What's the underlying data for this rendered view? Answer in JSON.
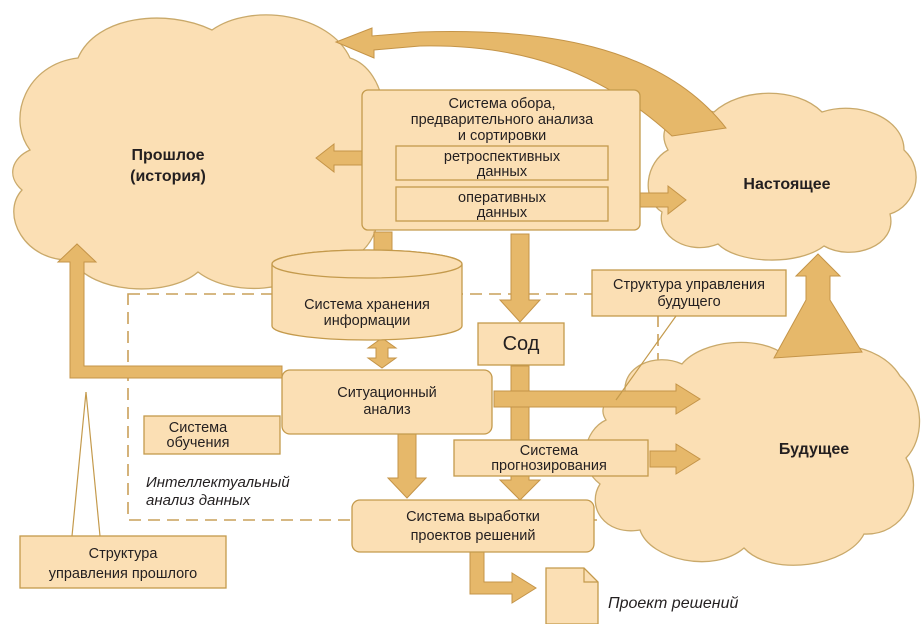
{
  "colors": {
    "cloud_fill": "#fbdfb4",
    "box_fill": "#fbdfb4",
    "arrow_fill": "#e6b86a",
    "outline": "#c49a4c",
    "text": "#231f20"
  },
  "clouds": {
    "past_line1": "Прошлое",
    "past_line2": "(история)",
    "present": "Настоящее",
    "future": "Будущее"
  },
  "boxes": {
    "collection_line1": "Система обора,",
    "collection_line2": "предварительного анализа",
    "collection_line3": "и сортировки",
    "retro_line1": "ретроспективных",
    "retro_line2": "данных",
    "oper_line1": "оперативных",
    "oper_line2": "данных",
    "storage_line1": "Система хранения",
    "storage_line2": "информации",
    "sod": "Сод",
    "situational_line1": "Ситуационный",
    "situational_line2": "анализ",
    "learning_line1": "Система",
    "learning_line2": "обучения",
    "forecast_line1": "Система",
    "forecast_line2": "прогнозирования",
    "decision_line1": "Система выработки",
    "decision_line2": "проектов решений",
    "future_mgmt_line1": "Структура управления",
    "future_mgmt_line2": "будущего",
    "past_mgmt_line1": "Структура",
    "past_mgmt_line2": "управления прошлого"
  },
  "region": {
    "label_line1": "Интеллектуальный",
    "label_line2": "анализ данных"
  },
  "output": {
    "label": "Проект решений"
  }
}
